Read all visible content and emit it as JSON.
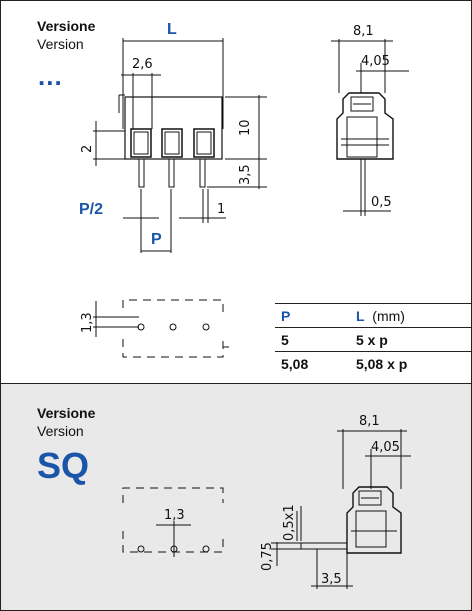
{
  "top": {
    "versione": "Versione",
    "version": "Version",
    "code": "...",
    "dims": {
      "L": "L",
      "d26": "2,6",
      "d10": "10",
      "d2": "2",
      "d35": "3,5",
      "P2": "P/2",
      "d1": "1",
      "P": "P",
      "d81": "8,1",
      "d405": "4,05",
      "d05": "0,5",
      "d13": "1,3"
    }
  },
  "table": {
    "header_p": "P",
    "header_l": "L",
    "header_unit": "(mm)",
    "rows": [
      {
        "p": "5",
        "l": "5 x p"
      },
      {
        "p": "5,08",
        "l": "5,08 x p"
      }
    ]
  },
  "bottom": {
    "versione": "Versione",
    "version": "Version",
    "code": "SQ",
    "dims": {
      "d81": "8,1",
      "d405": "4,05",
      "d13": "1,3",
      "d05x1": "0,5x1",
      "d075": "0,75",
      "d35": "3,5"
    }
  }
}
